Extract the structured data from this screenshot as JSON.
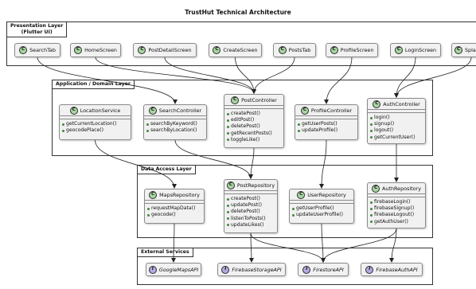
{
  "title": "TrustHut Technical Architecture",
  "layers": {
    "presentation": "Presentation Layer\n(Flutter UI)",
    "application": "Application / Domain Layer",
    "data": "Data Access Layer",
    "external": "External Services"
  },
  "classes": {
    "search_tab": {
      "name": "SearchTab"
    },
    "home_screen": {
      "name": "HomeScreen"
    },
    "post_detail_screen": {
      "name": "PostDetailScreen"
    },
    "create_screen": {
      "name": "CreateScreen"
    },
    "posts_tab": {
      "name": "PostsTab"
    },
    "profile_screen": {
      "name": "ProfileScreen"
    },
    "login_screen": {
      "name": "LoginScreen"
    },
    "splash": {
      "name": "Spla"
    },
    "location_service": {
      "name": "LocationService",
      "methods": [
        "getCurrentLocation()",
        "geocodePlace()"
      ]
    },
    "search_controller": {
      "name": "SearchController",
      "methods": [
        "searchByKeyword()",
        "searchByLocation()"
      ]
    },
    "post_controller": {
      "name": "PostController",
      "methods": [
        "createPost()",
        "editPost()",
        "deletePost()",
        "getRecentPosts()",
        "toggleLike()"
      ]
    },
    "profile_controller": {
      "name": "ProfileController",
      "methods": [
        "getUserPosts()",
        "updateProfile()"
      ]
    },
    "auth_controller": {
      "name": "AuthController",
      "methods": [
        "login()",
        "signup()",
        "logout()",
        "getCurrentUser()"
      ]
    },
    "maps_repository": {
      "name": "MapsRepository",
      "methods": [
        "requestMapData()",
        "geocode()"
      ]
    },
    "post_repository": {
      "name": "PostRepository",
      "methods": [
        "createPost()",
        "updatePost()",
        "deletePost()",
        "listenToPosts()",
        "updateLikes()"
      ]
    },
    "user_repository": {
      "name": "UserRepository",
      "methods": [
        "getUserProfile()",
        "updateUserProfile()"
      ]
    },
    "auth_repository": {
      "name": "AuthRepository",
      "methods": [
        "firebaseLogin()",
        "firebaseSignup()",
        "firebaseLogout()",
        "getAuthUser()"
      ]
    },
    "google_maps_api": {
      "name": "GoogleMapsAPI"
    },
    "firebase_storage_api": {
      "name": "FirebaseStorageAPI"
    },
    "firestore_api": {
      "name": "FirestoreAPI"
    },
    "firebase_auth_api": {
      "name": "FirebaseAuthAPI"
    }
  },
  "stereotype_letters": {
    "class": "C",
    "interface": "I"
  },
  "colors": {
    "class_badge": "#a8d5a2",
    "interface_badge": "#b6a8e0",
    "method_dot": "#3a8c3a",
    "box_fill": "#f1f1f1",
    "edge": "#222222"
  },
  "edges": [
    [
      "search_tab",
      "search_controller"
    ],
    [
      "home_screen",
      "post_controller"
    ],
    [
      "post_detail_screen",
      "post_controller"
    ],
    [
      "create_screen",
      "post_controller"
    ],
    [
      "posts_tab",
      "post_controller"
    ],
    [
      "profile_screen",
      "profile_controller"
    ],
    [
      "login_screen",
      "auth_controller"
    ],
    [
      "splash",
      "auth_controller"
    ],
    [
      "location_service",
      "maps_repository"
    ],
    [
      "search_controller",
      "post_repository"
    ],
    [
      "post_controller",
      "post_repository"
    ],
    [
      "profile_controller",
      "user_repository"
    ],
    [
      "auth_controller",
      "auth_repository"
    ],
    [
      "maps_repository",
      "google_maps_api"
    ],
    [
      "post_repository",
      "firebase_storage_api"
    ],
    [
      "post_repository",
      "firestore_api"
    ],
    [
      "user_repository",
      "firestore_api"
    ],
    [
      "auth_repository",
      "firestore_api"
    ],
    [
      "auth_repository",
      "firebase_auth_api"
    ]
  ]
}
